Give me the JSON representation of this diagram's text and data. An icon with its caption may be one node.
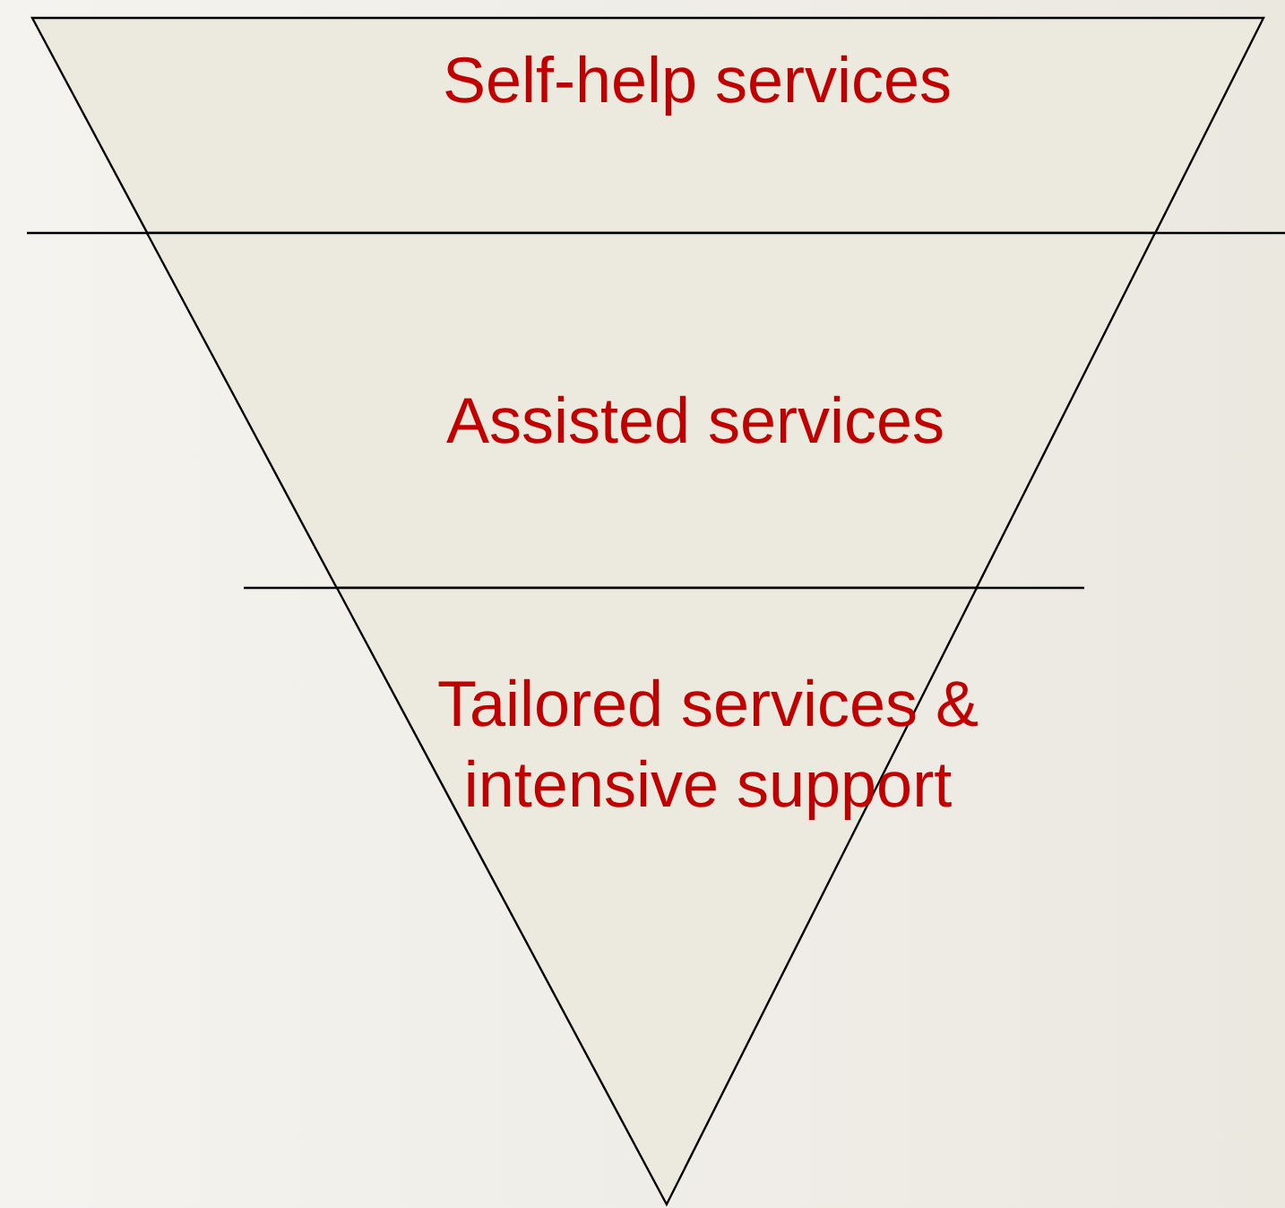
{
  "diagram": {
    "nodes": [
      {
        "text": [
          "Self-help services"
        ]
      },
      {
        "text": [
          "Assisted services"
        ]
      },
      {
        "text": [
          "Tailored services & intensive support"
        ]
      }
    ]
  }
}
